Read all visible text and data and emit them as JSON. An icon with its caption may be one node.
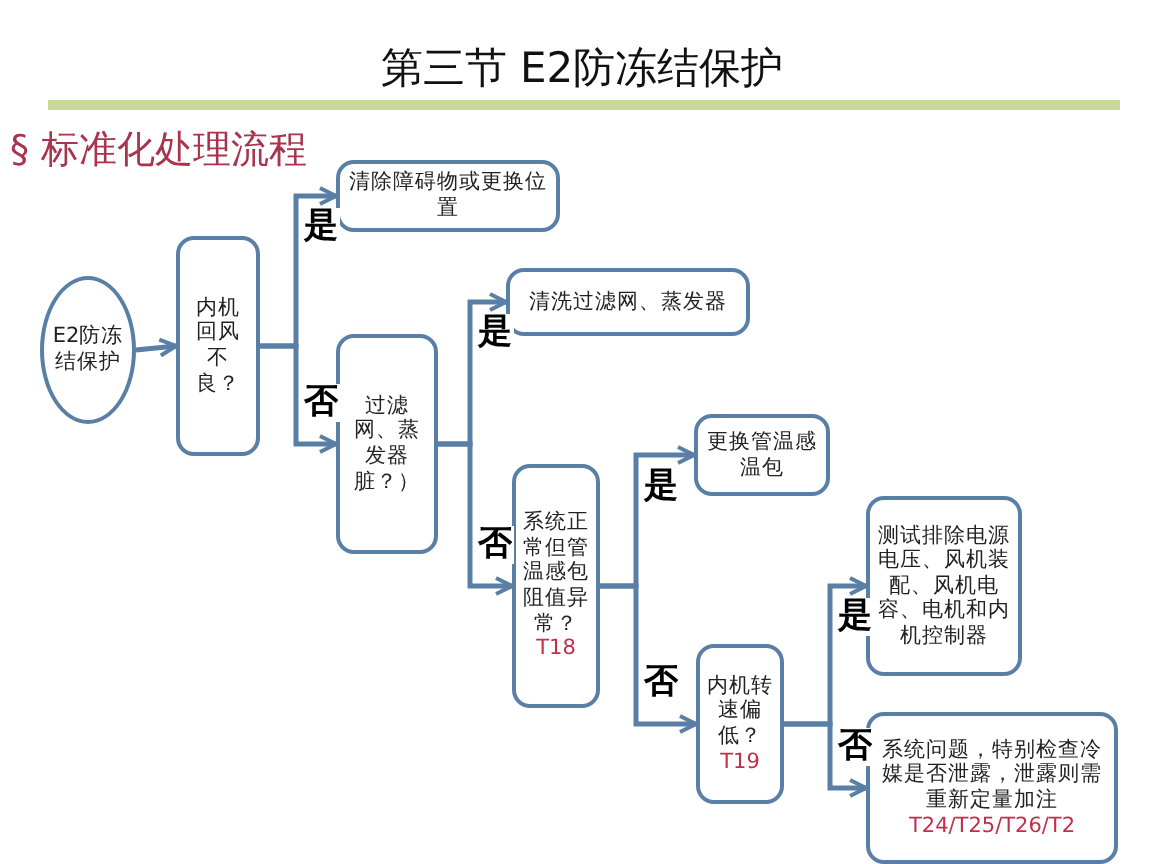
{
  "diagram": {
    "title": "第三节  E2防冻结保护",
    "nodes": [
      {
        "text": [
          "E2防冻结保护"
        ]
      },
      {
        "text": [
          "内机回风不良？"
        ]
      },
      {
        "text": [
          "清除障碍物或更换位置"
        ]
      },
      {
        "text": [
          "过滤网、蒸发器脏？）"
        ]
      },
      {
        "text": [
          "清洗过滤网、蒸发器"
        ]
      },
      {
        "text": [
          "系统正常但管温感包阻值异常？",
          "T18"
        ]
      },
      {
        "text": [
          "更换管温感温包"
        ]
      },
      {
        "text": [
          "内机转速偏低？",
          "T19"
        ]
      },
      {
        "text": [
          "测试排除电源电压、风机装配、风机电容、电机和内机控制器"
        ]
      },
      {
        "text": [
          "系统问题，特别检查冷媒是否泄露，泄露则需重新定量加注",
          "T24/T25/T26/T2"
        ]
      }
    ],
    "edges": [
      {
        "from": 0,
        "to": 1,
        "arrow": "to"
      },
      {
        "from": 1,
        "to": 2,
        "arrow": "to",
        "label": "是"
      },
      {
        "from": 1,
        "to": 3,
        "arrow": "to",
        "label": "否"
      },
      {
        "from": 3,
        "to": 4,
        "arrow": "to",
        "label": "是"
      },
      {
        "from": 3,
        "to": 5,
        "arrow": "to",
        "label": "否"
      },
      {
        "from": 5,
        "to": 6,
        "arrow": "to",
        "label": "是"
      },
      {
        "from": 5,
        "to": 7,
        "arrow": "to",
        "label": "否"
      },
      {
        "from": 7,
        "to": 8,
        "arrow": "to",
        "label": "是"
      },
      {
        "from": 7,
        "to": 9,
        "arrow": "to",
        "label": "否"
      }
    ],
    "labels": [
      "§ 标准化处理流程"
    ]
  }
}
